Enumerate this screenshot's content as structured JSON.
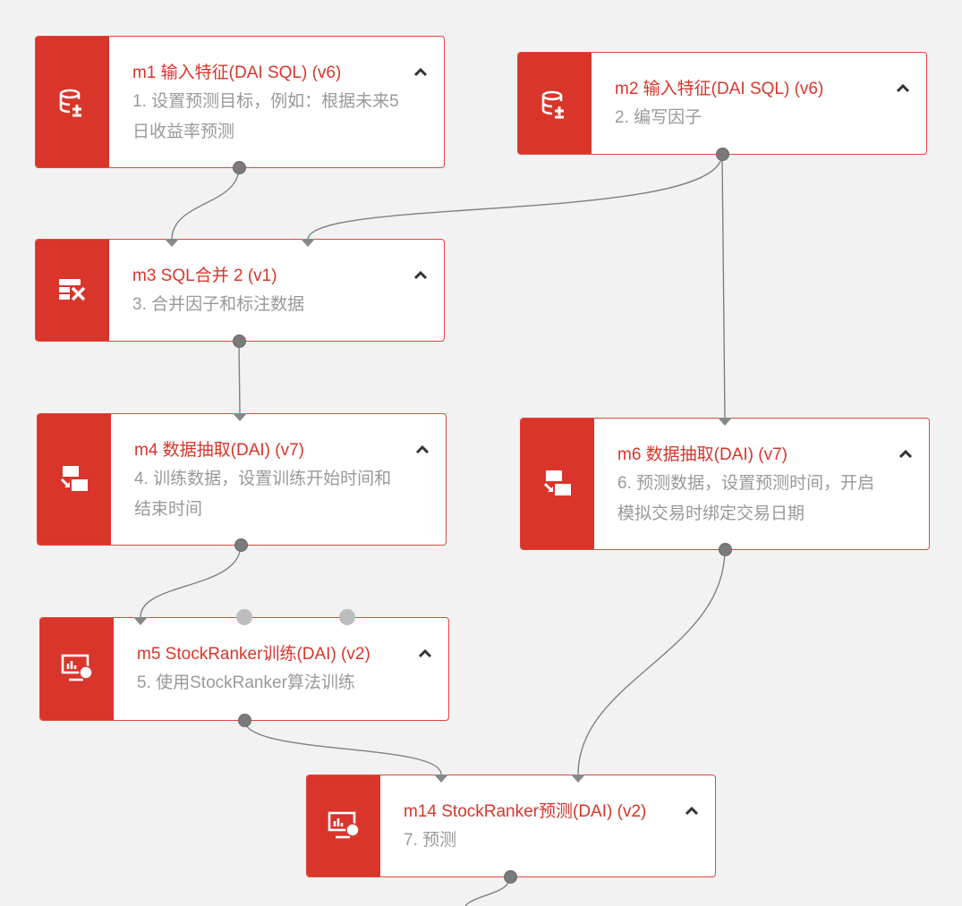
{
  "colors": {
    "accent": "#d9352a",
    "border": "#e0463c",
    "background": "#f2f2f2",
    "description": "#999999"
  },
  "nodes": {
    "m1": {
      "title": "m1 输入特征(DAI SQL) (v6)",
      "desc": "1. 设置预测目标，例如：根据未来5日收益率预测",
      "icon": "database-plus-icon"
    },
    "m2": {
      "title": "m2 输入特征(DAI SQL) (v6)",
      "desc": "2. 编写因子",
      "icon": "database-plus-icon"
    },
    "m3": {
      "title": "m3 SQL合并 2 (v1)",
      "desc": "3. 合并因子和标注数据",
      "icon": "table-tools-icon"
    },
    "m4": {
      "title": "m4 数据抽取(DAI) (v7)",
      "desc": "4. 训练数据，设置训练开始时间和结束时间",
      "icon": "data-extract-icon"
    },
    "m6": {
      "title": "m6 数据抽取(DAI) (v7)",
      "desc": "6. 预测数据，设置预测时间，开启模拟交易时绑定交易日期",
      "icon": "data-extract-icon"
    },
    "m5": {
      "title": "m5 StockRanker训练(DAI) (v2)",
      "desc": "5. 使用StockRanker算法训练",
      "icon": "monitor-chart-icon"
    },
    "m14": {
      "title": "m14 StockRanker预测(DAI) (v2)",
      "desc": "7. 预测",
      "icon": "monitor-chart-icon"
    }
  }
}
